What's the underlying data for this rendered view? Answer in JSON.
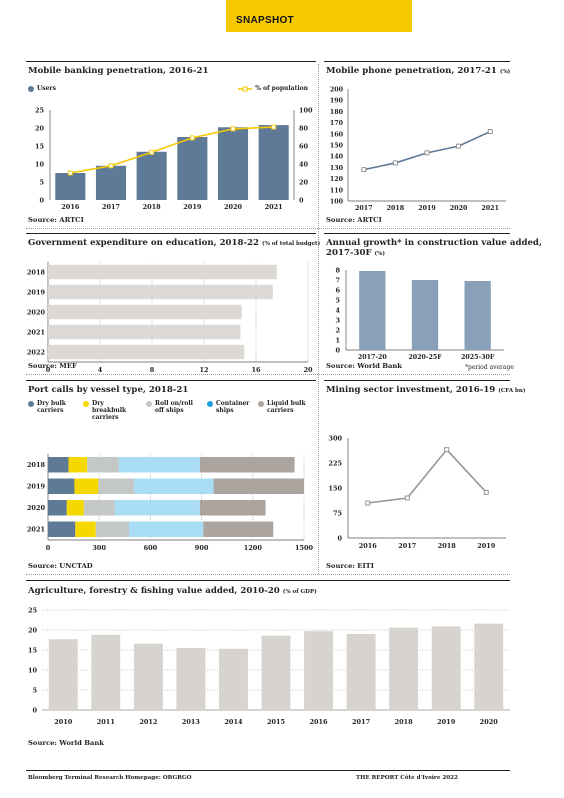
{
  "header": {
    "label": "SNAPSHOT"
  },
  "footer": {
    "left": "Bloomberg Terminal Research Homepage: OBGRGO",
    "right": "THE REPORT Côte d'Ivoire 2022"
  },
  "note": {
    "period_average": "*period average"
  },
  "chart_data": [
    {
      "id": "mobile_banking",
      "type": "bar+line",
      "title": "Mobile banking penetration, 2016-21",
      "title_unit": "",
      "categories": [
        "2016",
        "2017",
        "2018",
        "2019",
        "2020",
        "2021"
      ],
      "series": [
        {
          "name": "Users",
          "type": "bar",
          "axis": "left",
          "values": [
            7.5,
            9.5,
            13.4,
            17.5,
            20.2,
            20.8
          ]
        },
        {
          "name": "% of population",
          "type": "line",
          "axis": "right",
          "values": [
            30,
            38,
            53,
            69,
            79,
            81
          ]
        }
      ],
      "ylim": [
        0,
        25
      ],
      "yticks": [
        0,
        5,
        10,
        15,
        20,
        25
      ],
      "y2lim": [
        0,
        100
      ],
      "y2ticks": [
        0,
        20,
        40,
        60,
        80,
        100
      ],
      "colors": {
        "bar": "#5e7a97",
        "line": "#f5c800"
      },
      "source": "Source: ARTCI"
    },
    {
      "id": "mobile_phone",
      "type": "line",
      "title": "Mobile phone penetration, 2017-21",
      "title_unit": "(%)",
      "categories": [
        "2017",
        "2018",
        "2019",
        "2020",
        "2021"
      ],
      "values": [
        128,
        134,
        143,
        149,
        162
      ],
      "ylim": [
        100,
        200
      ],
      "yticks": [
        100,
        110,
        120,
        130,
        140,
        150,
        160,
        170,
        180,
        190,
        200
      ],
      "colors": {
        "line": "#5e7a97"
      },
      "source": "Source: ARTCI"
    },
    {
      "id": "education",
      "type": "hbar",
      "title": "Government expenditure on education, 2018-22",
      "title_unit": "(% of total budget)",
      "categories": [
        "2018",
        "2019",
        "2020",
        "2021",
        "2022"
      ],
      "values": [
        17.6,
        17.3,
        14.9,
        14.8,
        15.1
      ],
      "xlim": [
        0,
        20
      ],
      "xticks": [
        0,
        4,
        8,
        12,
        16,
        20
      ],
      "colors": {
        "bar": "#dcd9d4"
      },
      "source": "Source: MEF"
    },
    {
      "id": "construction",
      "type": "bar",
      "title_line1": "Annual growth* in construction value added,",
      "title_line2": "2017-30F",
      "title_unit": "(%)",
      "categories": [
        "2017-20",
        "2020-25F",
        "2025-30F"
      ],
      "values": [
        7.9,
        7.0,
        6.9
      ],
      "ylim": [
        0,
        8
      ],
      "yticks": [
        0,
        1,
        2,
        3,
        4,
        5,
        6,
        7,
        8
      ],
      "colors": {
        "bar": "#8aa0b9"
      },
      "source": "Source: World Bank"
    },
    {
      "id": "port_calls",
      "type": "stacked_hbar",
      "title": "Port calls by vessel type, 2018-21",
      "title_unit": "",
      "categories": [
        "2018",
        "2019",
        "2020",
        "2021"
      ],
      "series": [
        {
          "name": "Dry bulk carriers",
          "color": "#5e7a97",
          "values": [
            120,
            155,
            110,
            160
          ]
        },
        {
          "name": "Dry breakbulk carriers",
          "color": "#f5d800",
          "values": [
            110,
            140,
            100,
            120
          ]
        },
        {
          "name": "Roll on/roll off ships",
          "color": "#c3c7c6",
          "values": [
            185,
            210,
            180,
            195
          ]
        },
        {
          "name": "Container ships",
          "color": "#a9dcf5",
          "values": [
            475,
            465,
            500,
            435
          ]
        },
        {
          "name": "Liquid bulk carriers",
          "color": "#aca49f",
          "values": [
            555,
            530,
            385,
            410
          ]
        }
      ],
      "xlim": [
        0,
        1500
      ],
      "xticks": [
        0,
        300,
        600,
        900,
        1200,
        1500
      ],
      "source": "Source: UNCTAD"
    },
    {
      "id": "mining",
      "type": "line",
      "title": "Mining sector investment, 2016-19",
      "title_unit": "(CFA bn)",
      "categories": [
        "2016",
        "2017",
        "2018",
        "2019"
      ],
      "values": [
        105,
        120,
        265,
        137
      ],
      "ylim": [
        0,
        300
      ],
      "yticks": [
        0,
        75,
        150,
        225,
        300
      ],
      "colors": {
        "line": "#9b9591"
      },
      "source": "Source: EITI"
    },
    {
      "id": "agriculture",
      "type": "bar",
      "title": "Agriculture, forestry & fishing value added, 2010-20",
      "title_unit": "(% of GDP)",
      "categories": [
        "2010",
        "2011",
        "2012",
        "2013",
        "2014",
        "2015",
        "2016",
        "2017",
        "2018",
        "2019",
        "2020"
      ],
      "values": [
        17.7,
        18.8,
        16.6,
        15.5,
        15.3,
        18.6,
        19.7,
        19.0,
        20.6,
        20.9,
        21.6
      ],
      "ylim": [
        0,
        25
      ],
      "yticks": [
        0,
        5,
        10,
        15,
        20,
        25
      ],
      "colors": {
        "bar": "#d7d3cf"
      },
      "source": "Source: World Bank"
    }
  ]
}
